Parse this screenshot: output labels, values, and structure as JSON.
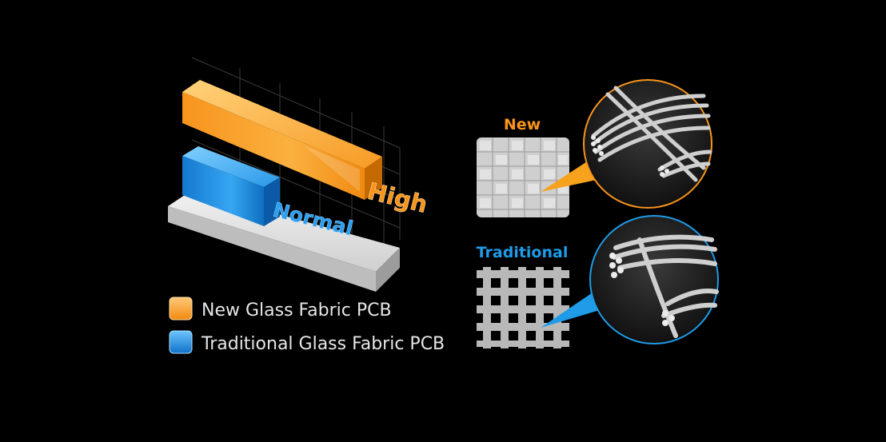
{
  "chart": {
    "bars": [
      {
        "label": "High",
        "color": "#f7941d",
        "level": "high"
      },
      {
        "label": "Normal",
        "color": "#1f8fe0",
        "level": "normal"
      }
    ]
  },
  "legend": [
    {
      "label": "New Glass Fabric PCB",
      "color": "#f7941d"
    },
    {
      "label": "Traditional Glass Fabric PCB",
      "color": "#1f8fe0"
    }
  ],
  "weaves": {
    "new": {
      "label": "New",
      "color": "#f7941d"
    },
    "traditional": {
      "label": "Traditional",
      "color": "#1f9be8"
    }
  }
}
